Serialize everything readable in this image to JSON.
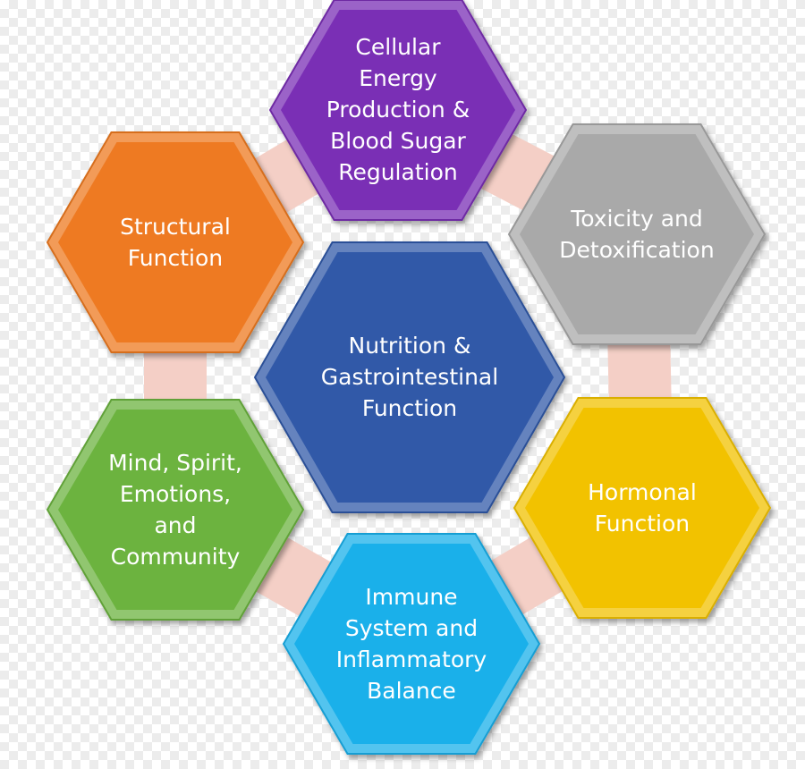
{
  "diagram": {
    "center": {
      "label": "Nutrition &\nGastrointestinal\nFunction",
      "color": "#3159a8"
    },
    "nodes": [
      {
        "id": "cellular-energy",
        "label": "Cellular\nEnergy\nProduction &\nBlood Sugar\nRegulation",
        "color": "#7a2fb5"
      },
      {
        "id": "toxicity",
        "label": "Toxicity and\nDetoxification",
        "color": "#a9a9a9"
      },
      {
        "id": "hormonal",
        "label": "Hormonal\nFunction",
        "color": "#f2c200"
      },
      {
        "id": "immune",
        "label": "Immune\nSystem and\nInflammatory\nBalance",
        "color": "#1ab0ea"
      },
      {
        "id": "mind-spirit",
        "label": "Mind, Spirit,\nEmotions,\nand\nCommunity",
        "color": "#6cb33f"
      },
      {
        "id": "structural",
        "label": "Structural\nFunction",
        "color": "#ee7a22"
      }
    ],
    "connector_color": "#f4cfc6",
    "text_color": "#ffffff",
    "center_text_color": "#ffffff"
  }
}
